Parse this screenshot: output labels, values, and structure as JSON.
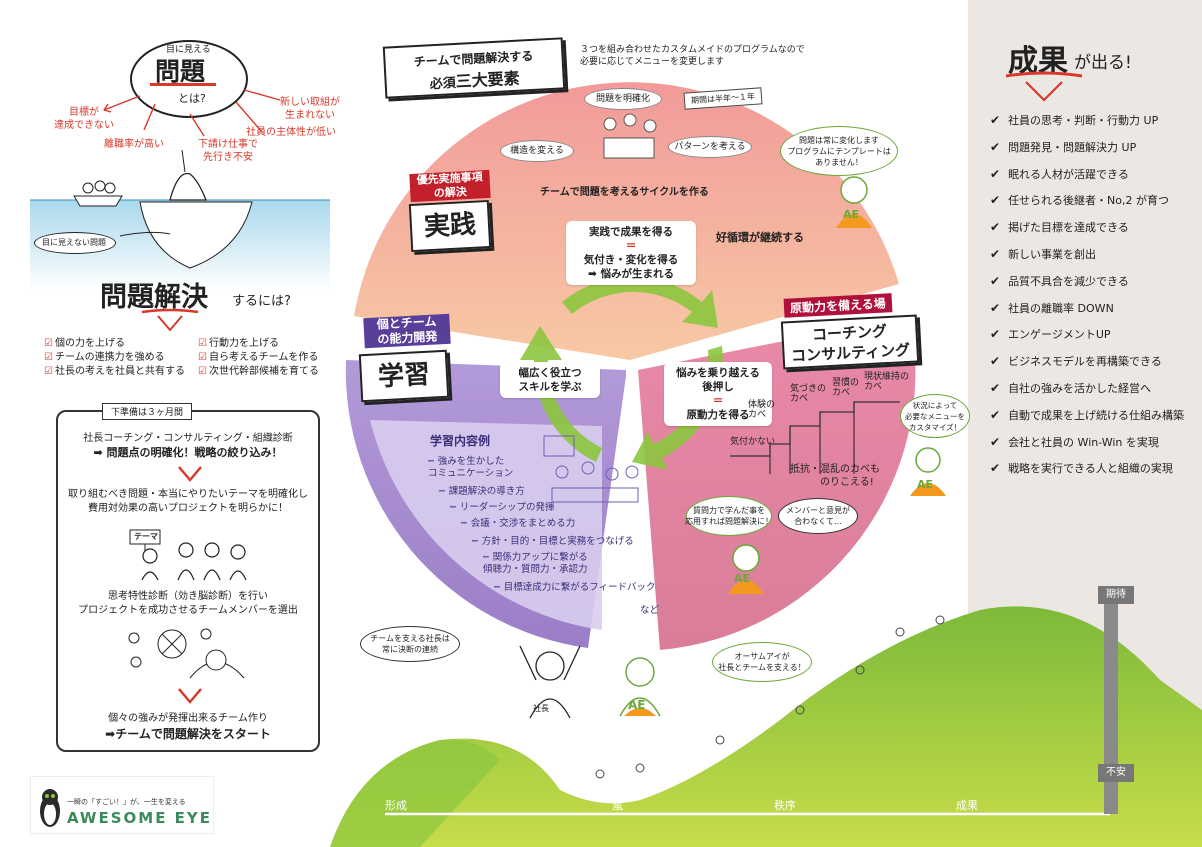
{
  "left": {
    "problem_small": "目に見える",
    "problem_big": "問題",
    "problem_toha": "とは?",
    "problem_items": [
      "目標が\n達成できない",
      "離職率が高い",
      "下請け仕事で\n先行き不安",
      "新しい取組が\n生まれない",
      "社員の主体性が低い"
    ],
    "invisible": "目に見えない問題",
    "solve_big": "問題解決",
    "solve_suffix": "するには?",
    "checks_left": [
      "個の力を上げる",
      "チームの連携力を強める",
      "社長の考えを社員と共有する"
    ],
    "checks_right": [
      "行動力を上げる",
      "自ら考えるチームを作る",
      "次世代幹部候補を育てる"
    ],
    "prep": {
      "tab": "下準備は３ヶ月間",
      "line1": "社長コーチング・コンサルティング・組織診断",
      "line2": "➡ 問題点の明確化！戦略の絞り込み！",
      "line3": "取り組むべき問題・本当にやりたいテーマを明確化し",
      "line4": "費用対効果の高いプロジェクトを明らかに！",
      "theme_sign": "テーマ",
      "line5": "思考特性診断（効き脳診断）を行い",
      "line6": "プロジェクトを成功させるチームメンバーを選出",
      "line7": "個々の強みが発揮出来るチーム作り",
      "line8": "➡チームで問題解決をスタート"
    },
    "logo_tagline": "一瞬の「すごい！」が、一生を変える",
    "logo_name": "AWESOME EYE"
  },
  "center": {
    "header_line1": "チームで問題解決する",
    "header_line2_prefix": "必須",
    "header_line2_bold": "三大要素",
    "header_note1": "３つを組み合わせたカスタムメイドのプログラムなので",
    "header_note2": "必要に応じてメニューを変更します",
    "period": "期間は半年〜１年",
    "cycle_clarify": "問題を明確化",
    "cycle_structure": "構造を変える",
    "cycle_pattern": "パターンを考える",
    "cycle_caption": "チームで問題を考えるサイクルを作る",
    "good_cycle": "好循環が継続する",
    "bubble_change": "問題は常に変化します\nプログラムにテンプレートは\nありません！",
    "practice_sub1": "優先実施事項",
    "practice_sub2": "の解決",
    "practice_big": "実践",
    "center_card_top1": "実践で成果を得る",
    "center_card_top2": "＝",
    "center_card_top3": "気付き・変化を得る",
    "center_card_top4": "➡ 悩みが生まれる",
    "card_left1": "幅広く役立つ",
    "card_left2": "スキルを学ぶ",
    "card_right1": "悩みを乗り越える",
    "card_right2": "後押し",
    "card_right3": "＝",
    "card_right4": "原動力を得る",
    "learn_sub1": "個とチーム",
    "learn_sub2": "の能力開発",
    "learn_big": "学習",
    "coach_sub": "原動力を備える場",
    "coach_big1": "コーチング",
    "coach_big2": "コンサルティング",
    "walls": [
      "体験の\nカベ",
      "気づきの\nカベ",
      "習慣の\nカベ",
      "現状維持の\nカベ"
    ],
    "wall_ground": "気付かない",
    "wall_caption1": "抵抗・混乱のカベも",
    "wall_caption2": "のりこえる!",
    "bubble_custom": "状況によって\n必要なメニューを\nカスタマイズ！",
    "learn_title": "学習内容例",
    "learn_items": [
      "強みを生かした\nコミュニケーション",
      "課題解決の導き方",
      "リーダーシップの発揮",
      "会議・交渉をまとめる力",
      "方針・目的・目標と実務をつなげる",
      "関係力アップに繋がる\n傾聴力・質問力・承認力",
      "目標達成力に繋がるフィードバック"
    ],
    "learn_etc": "など",
    "bubble_question": "質問力で学んだ事を\n応用すれば問題解決に！",
    "bubble_member": "メンバーと意見が\n合わなくて…",
    "bubble_ceo": "チームを支える社長は\n常に決断の連続",
    "ceo_label": "社長",
    "bubble_ae": "オーサムアイが\n社長とチームを支える！",
    "ae_mark": "AE"
  },
  "bottom": {
    "axis": [
      "形成",
      "嵐",
      "秩序",
      "成果"
    ],
    "expect": "期待",
    "anxiety": "不安"
  },
  "right": {
    "title_big": "成果",
    "title_suffix": "が出る!",
    "items": [
      "社員の思考・判断・行動力 UP",
      "問題発見・問題解決力 UP",
      "眠れる人材が活躍できる",
      "任せられる後継者・No,2 が育つ",
      "掲げた目標を達成できる",
      "新しい事業を創出",
      "品質不具合を減少できる",
      "社員の離職率 DOWN",
      "エンゲージメントUP",
      "ビジネスモデルを再構築できる",
      "自社の強みを活かした経営へ",
      "自動で成果を上げ続ける仕組み構築",
      "会社と社員の Win-Win を実現",
      "戦略を実行できる人と組織の実現"
    ]
  },
  "colors": {
    "accent_red": "#d8392a",
    "practice_pink": "#f2a3a0",
    "learn_purple": "#a78fd0",
    "coach_pink": "#e28aa3",
    "cycle_green": "#8cc63f",
    "mountain_green": "#7dba3a"
  }
}
